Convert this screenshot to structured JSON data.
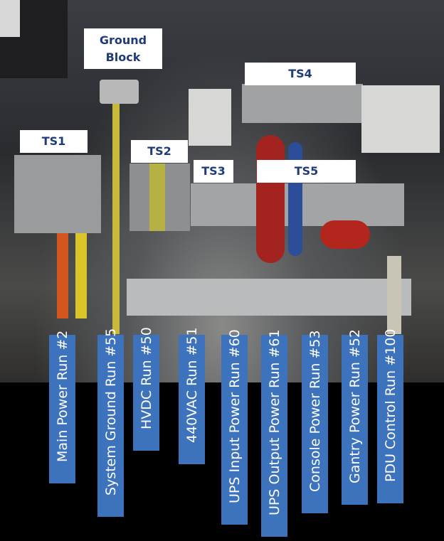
{
  "callouts": {
    "ground_block": "Ground\nBlock",
    "ground_block_line1": "Ground",
    "ground_block_line2": "Block",
    "ts1": "TS1",
    "ts2": "TS2",
    "ts3": "TS3",
    "ts4": "TS4",
    "ts5": "TS5"
  },
  "cable_runs": [
    "Main Power Run #2",
    "System Ground Run #55",
    "HVDC Run #50",
    "440VAC Run #51",
    "UPS Input Power Run #60",
    "UPS Output Power Run #61",
    "Console Power Run #53",
    "Gantry Power Run #52",
    "PDU Control Run #100"
  ],
  "colors": {
    "label_blue": "#3d72bd",
    "callout_text": "#1f3b78"
  }
}
